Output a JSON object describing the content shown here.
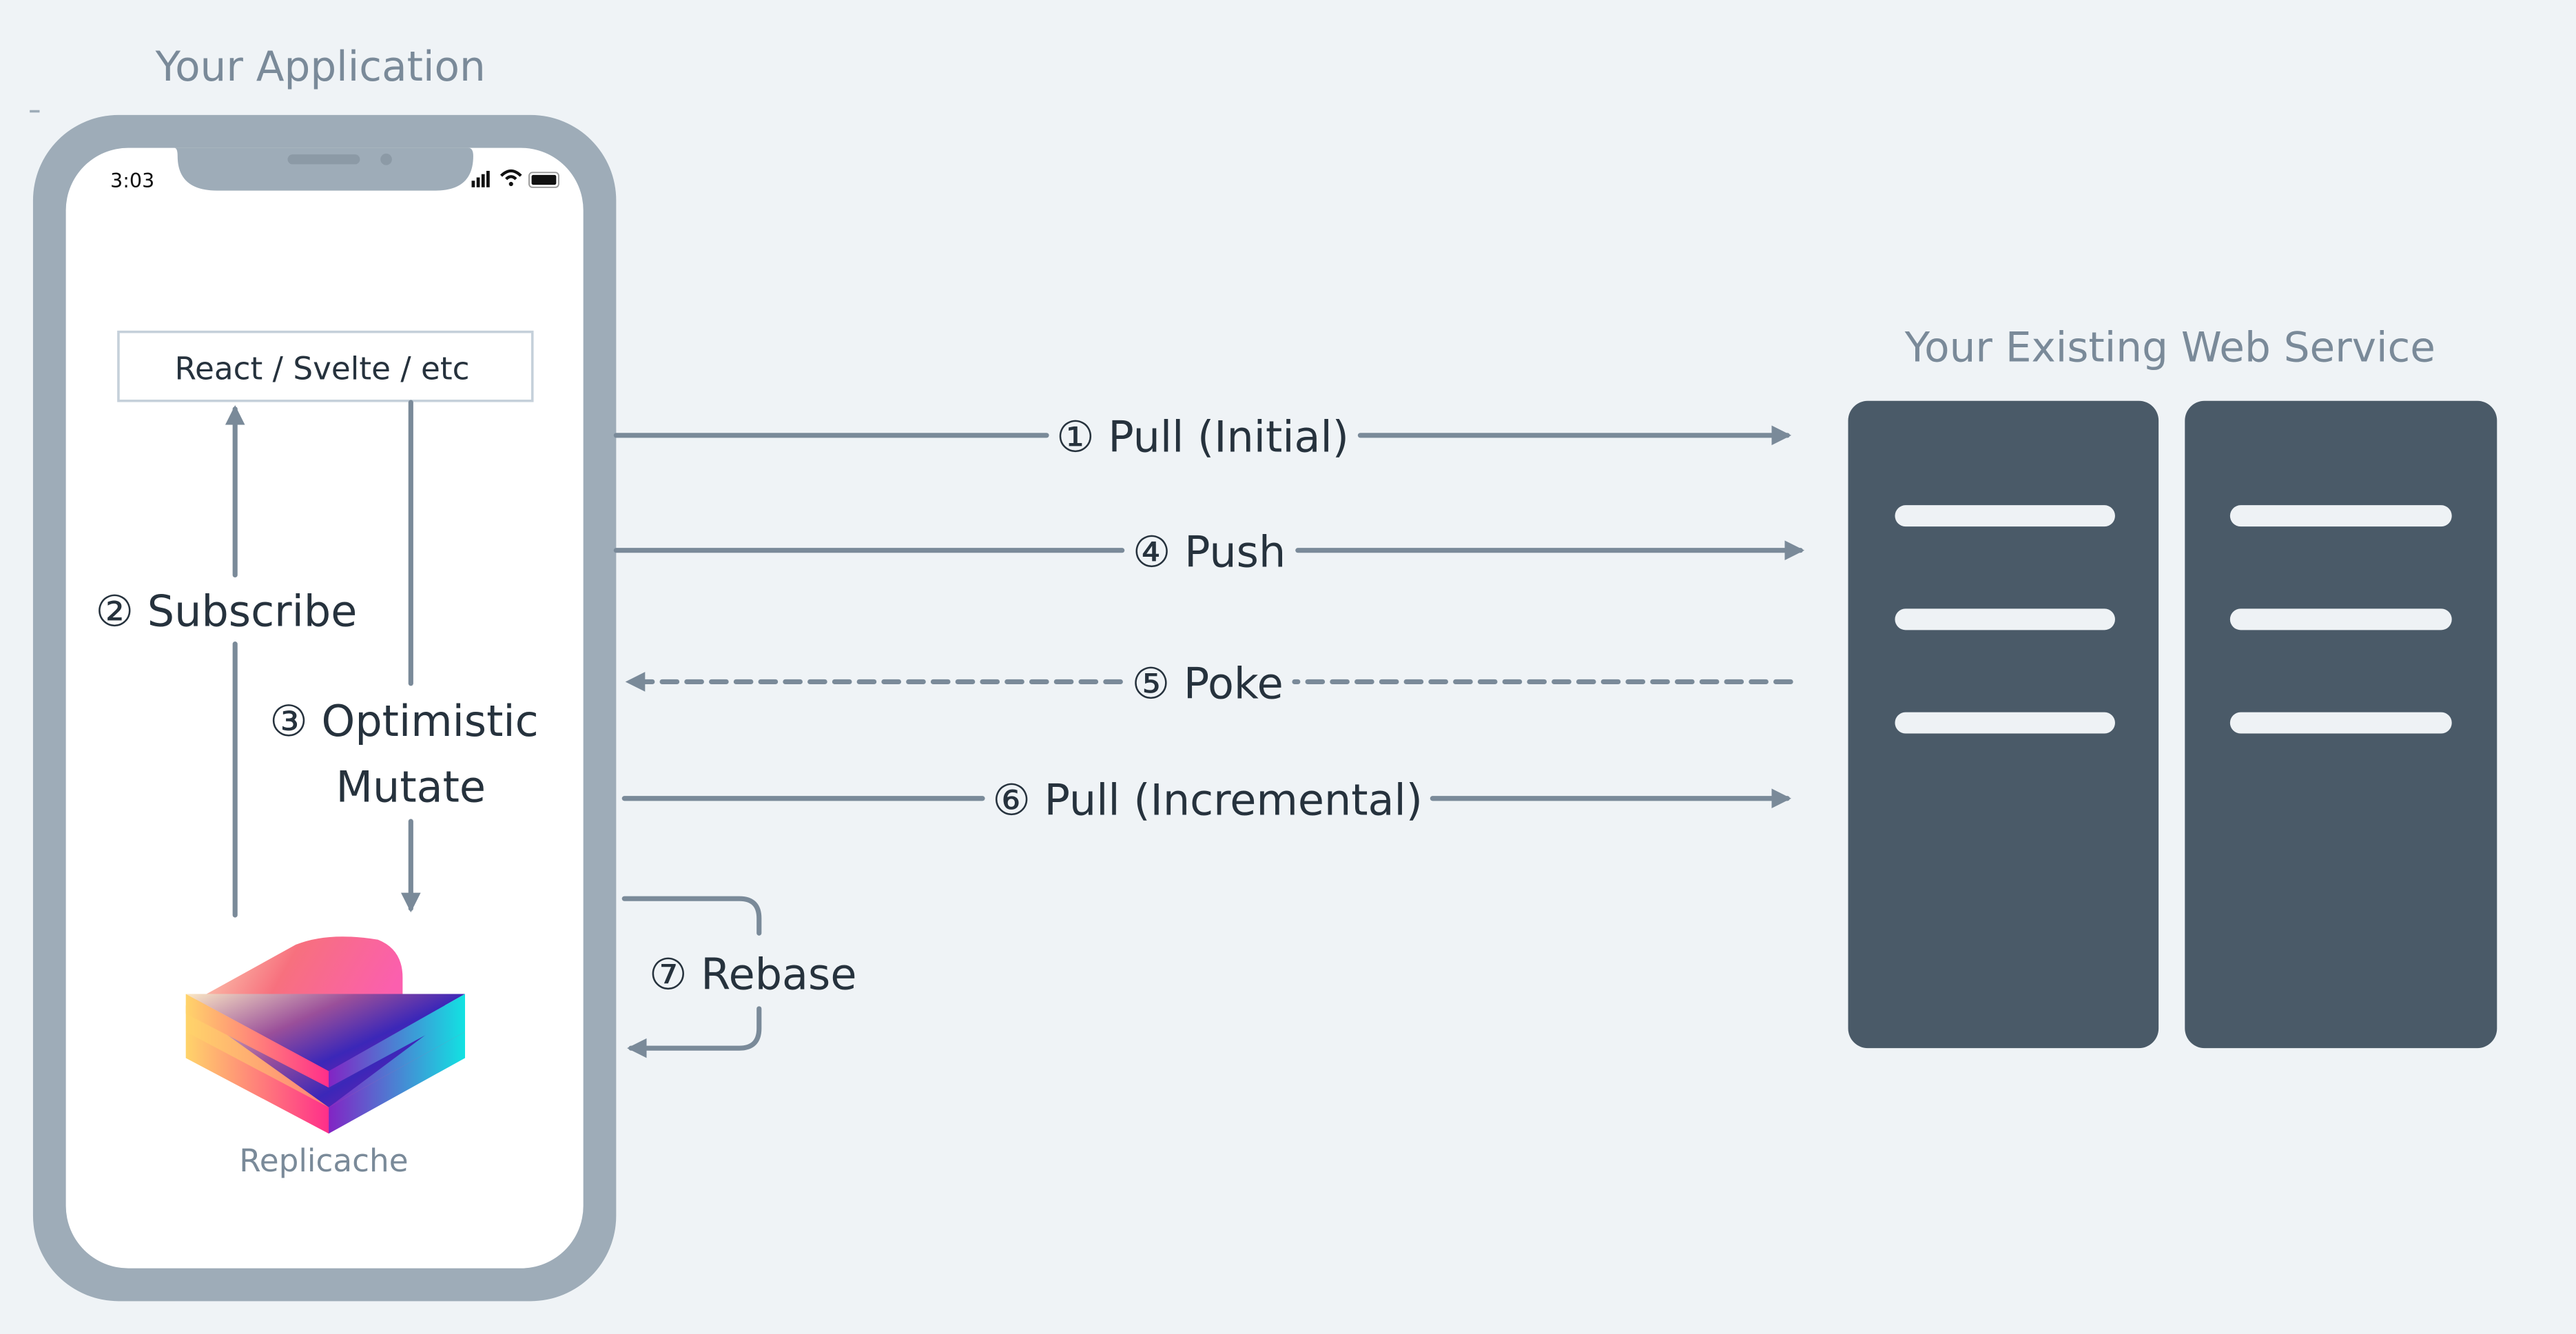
{
  "colors": {
    "background": "#eff3f6",
    "phone": "#9eacb8",
    "server": "#4a5a68",
    "arrow": "#7a8a99",
    "text": "#26323d",
    "muted": "#7a8a99"
  },
  "app": {
    "title": "Your Application",
    "status_time": "3:03",
    "status_icons": [
      "signal-icon",
      "wifi-icon",
      "battery-icon"
    ],
    "framework_box": "React / Svelte / etc",
    "subscribe": "② Subscribe",
    "mutate_line1": "③ Optimistic",
    "mutate_line2": "Mutate",
    "logo_label": "Replicache"
  },
  "server": {
    "title": "Your Existing Web Service"
  },
  "flows": {
    "pull_initial": "① Pull (Initial)",
    "push": "④ Push",
    "poke": "⑤ Poke",
    "pull_incremental": "⑥ Pull (Incremental)",
    "rebase": "⑦ Rebase"
  }
}
